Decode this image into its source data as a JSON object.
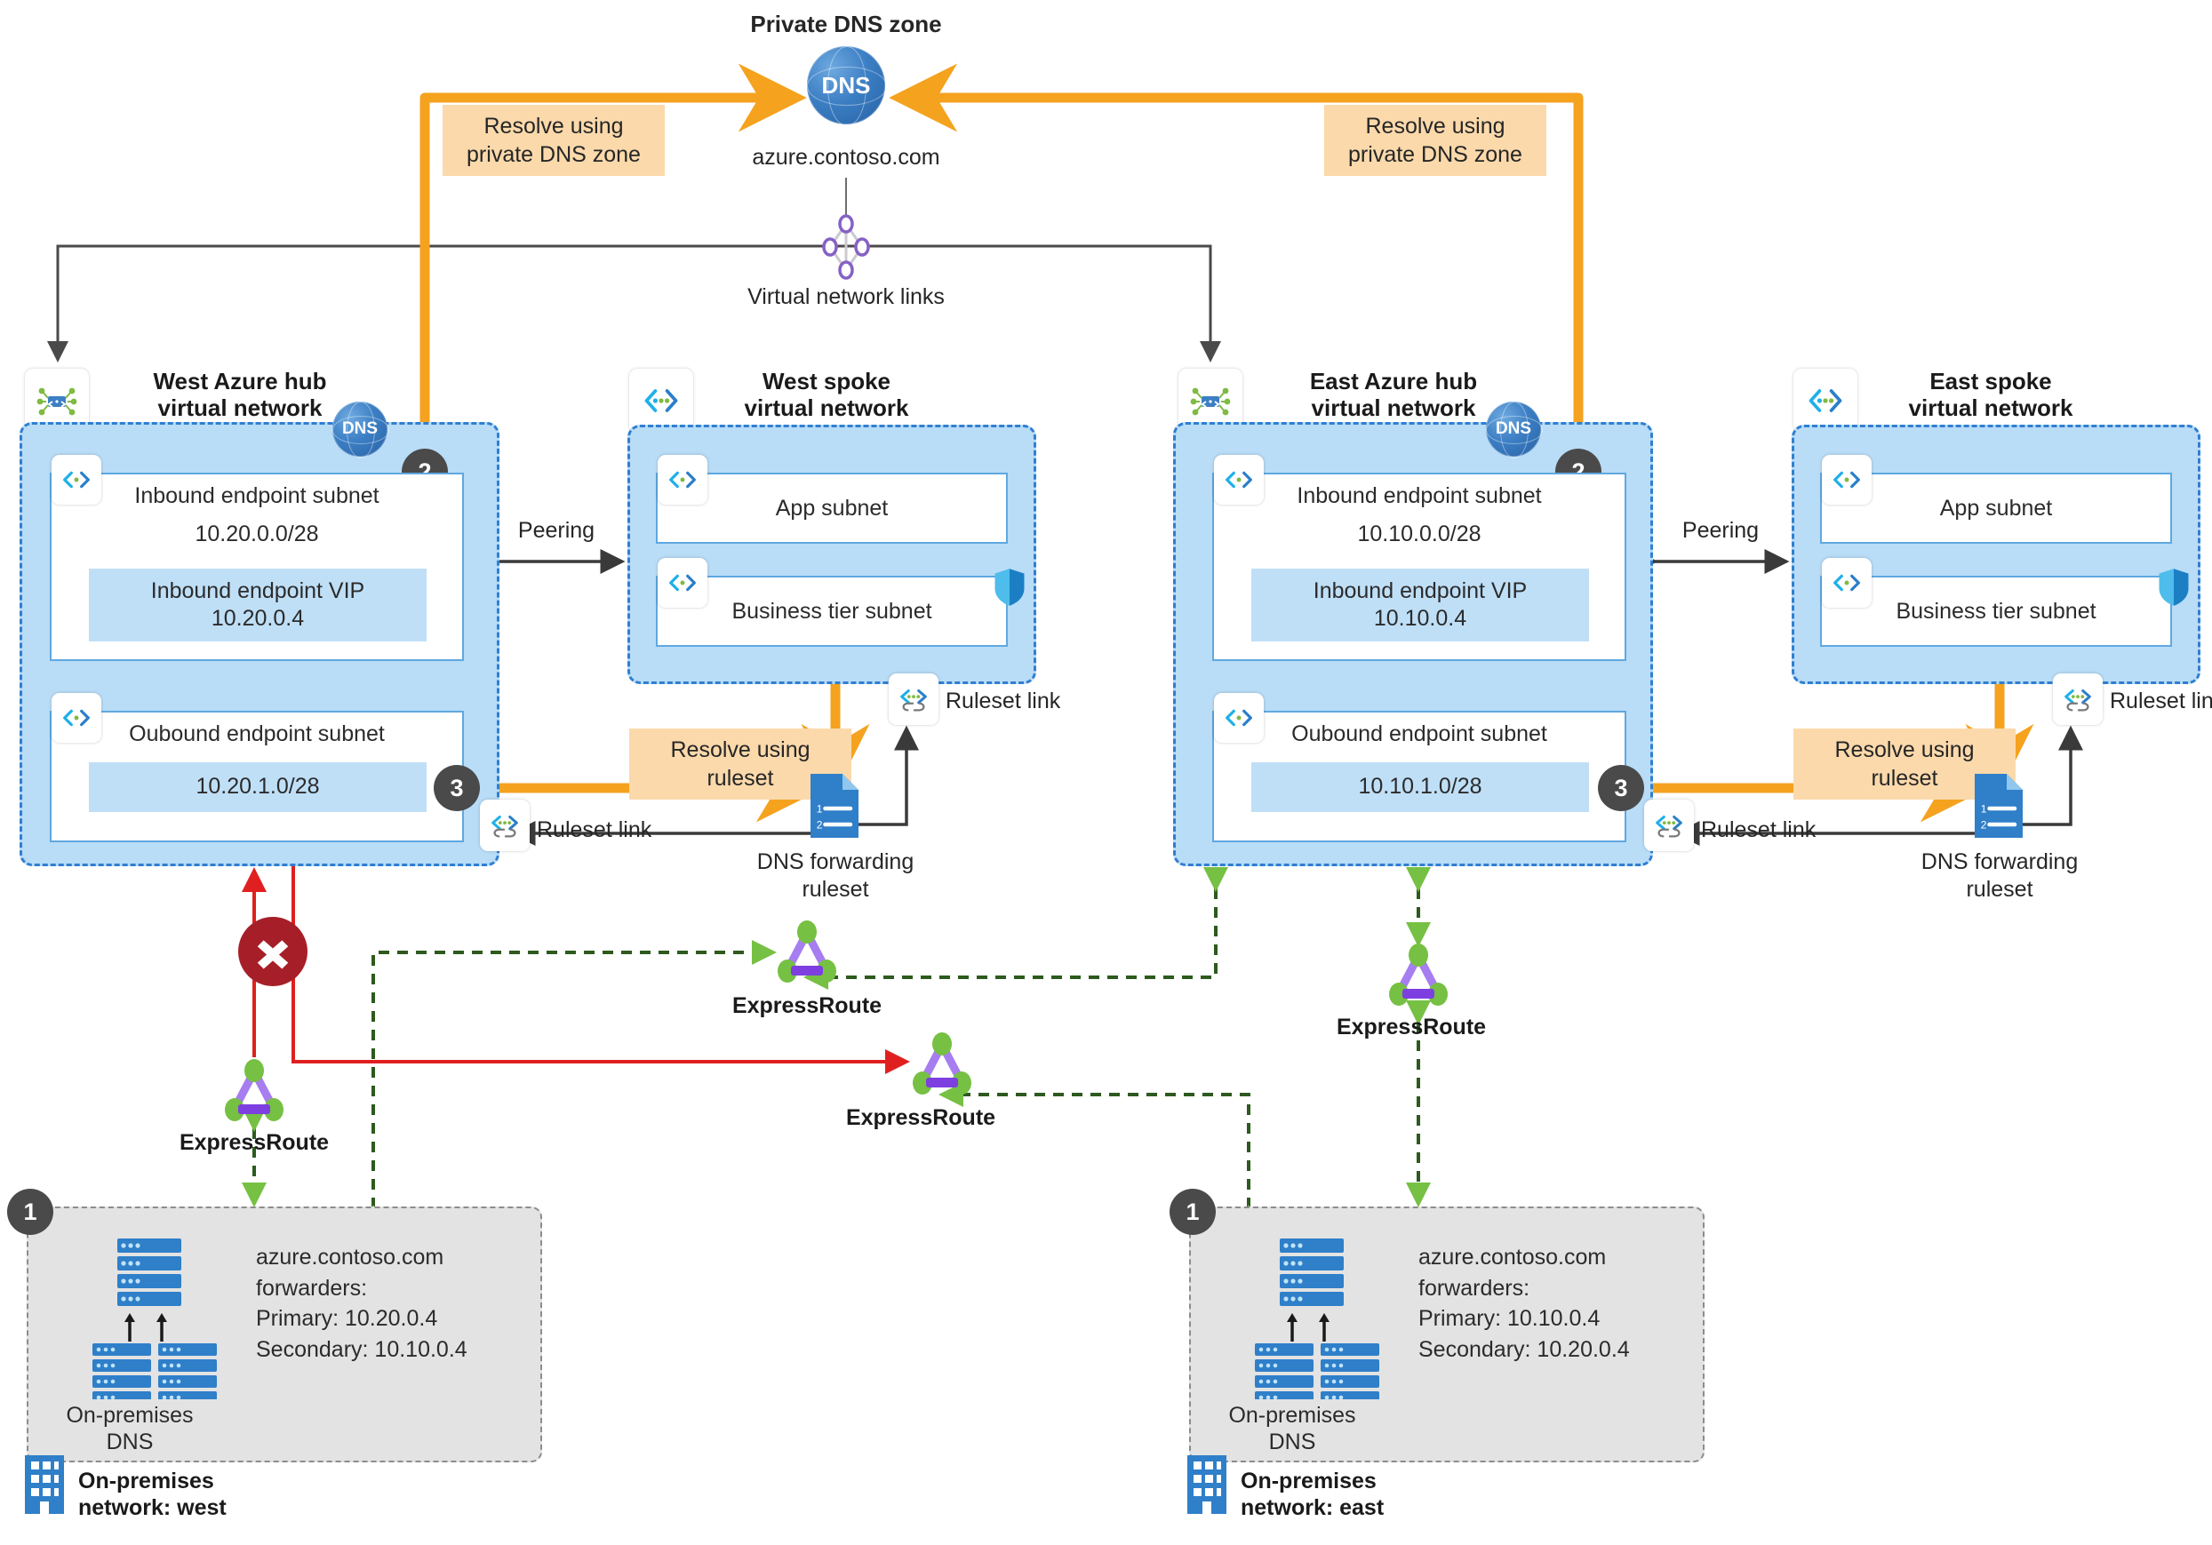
{
  "diagram": {
    "title": "Private DNS zone",
    "dns_zone_name": "azure.contoso.com",
    "dns_globe_label": "DNS",
    "vnet_links_label": "Virtual network links"
  },
  "colors": {
    "orange": "#F5A21F",
    "callout_fill": "#FBD9AB",
    "vnet_fill": "#B9DCF7",
    "vnet_border": "#2F7FD1",
    "subnet_fill": "#FFFFFF",
    "vip_fill": "#BFDFF7",
    "badge": "#4A4A4A",
    "red": "#E02020",
    "red_x": "#A61F28",
    "green": "#76C043",
    "onprem_fill": "#E3E3E3"
  },
  "callouts": {
    "private_dns_west": "Resolve using\nprivate DNS zone",
    "private_dns_east": "Resolve using\nprivate DNS zone",
    "ruleset_west": "Resolve using\nruleset",
    "ruleset_east": "Resolve using\nruleset"
  },
  "badges": {
    "west_hub_dns": "2",
    "east_hub_dns": "2",
    "west_hub_ruleset": "3",
    "east_hub_ruleset": "3",
    "west_onprem": "1",
    "east_onprem": "1"
  },
  "hubs": [
    {
      "id": "west-hub",
      "title": "West Azure hub\nvirtual network",
      "dns_label": "DNS",
      "inbound": {
        "name": "Inbound endpoint subnet",
        "cidr": "10.20.0.0/28",
        "vip_label": "Inbound endpoint VIP",
        "vip_address": "10.20.0.4"
      },
      "outbound": {
        "name": "Oubound endpoint subnet",
        "cidr": "10.20.1.0/28"
      }
    },
    {
      "id": "east-hub",
      "title": "East Azure hub\nvirtual network",
      "dns_label": "DNS",
      "inbound": {
        "name": "Inbound endpoint subnet",
        "cidr": "10.10.0.0/28",
        "vip_label": "Inbound endpoint VIP",
        "vip_address": "10.10.0.4"
      },
      "outbound": {
        "name": "Oubound endpoint subnet",
        "cidr": "10.10.1.0/28"
      }
    }
  ],
  "spokes": [
    {
      "id": "west-spoke",
      "title": "West spoke\nvirtual network",
      "subnets": [
        "App subnet",
        "Business tier subnet"
      ]
    },
    {
      "id": "east-spoke",
      "title": "East spoke\nvirtual network",
      "subnets": [
        "App subnet",
        "Business tier subnet"
      ]
    }
  ],
  "peering_labels": {
    "west": "Peering",
    "east": "Peering"
  },
  "rulesets": [
    {
      "id": "west-ruleset",
      "caption": "DNS forwarding\nruleset",
      "link_label_right": "Ruleset link",
      "link_label_left": "Ruleset link"
    },
    {
      "id": "east-ruleset",
      "caption": "DNS forwarding\nruleset",
      "link_label_right": "Ruleset link",
      "link_label_left": "Ruleset link"
    }
  ],
  "expressroutes": [
    {
      "id": "er-west-left",
      "label": "ExpressRoute"
    },
    {
      "id": "er-west-middle",
      "label": "ExpressRoute"
    },
    {
      "id": "er-mid-lower",
      "label": "ExpressRoute"
    },
    {
      "id": "er-east",
      "label": "ExpressRoute"
    }
  ],
  "onprem": [
    {
      "id": "onprem-west",
      "badge": "1",
      "dns_caption": "On-premises\nDNS",
      "forwarders": "azure.contoso.com\nforwarders:\nPrimary: 10.20.0.4\nSecondary: 10.10.0.4",
      "title": "On-premises\nnetwork: west"
    },
    {
      "id": "onprem-east",
      "badge": "1",
      "dns_caption": "On-premises\nDNS",
      "forwarders": "azure.contoso.com\nforwarders:\nPrimary: 10.10.0.4\nSecondary: 10.20.0.4",
      "title": "On-premises\nnetwork: east"
    }
  ]
}
